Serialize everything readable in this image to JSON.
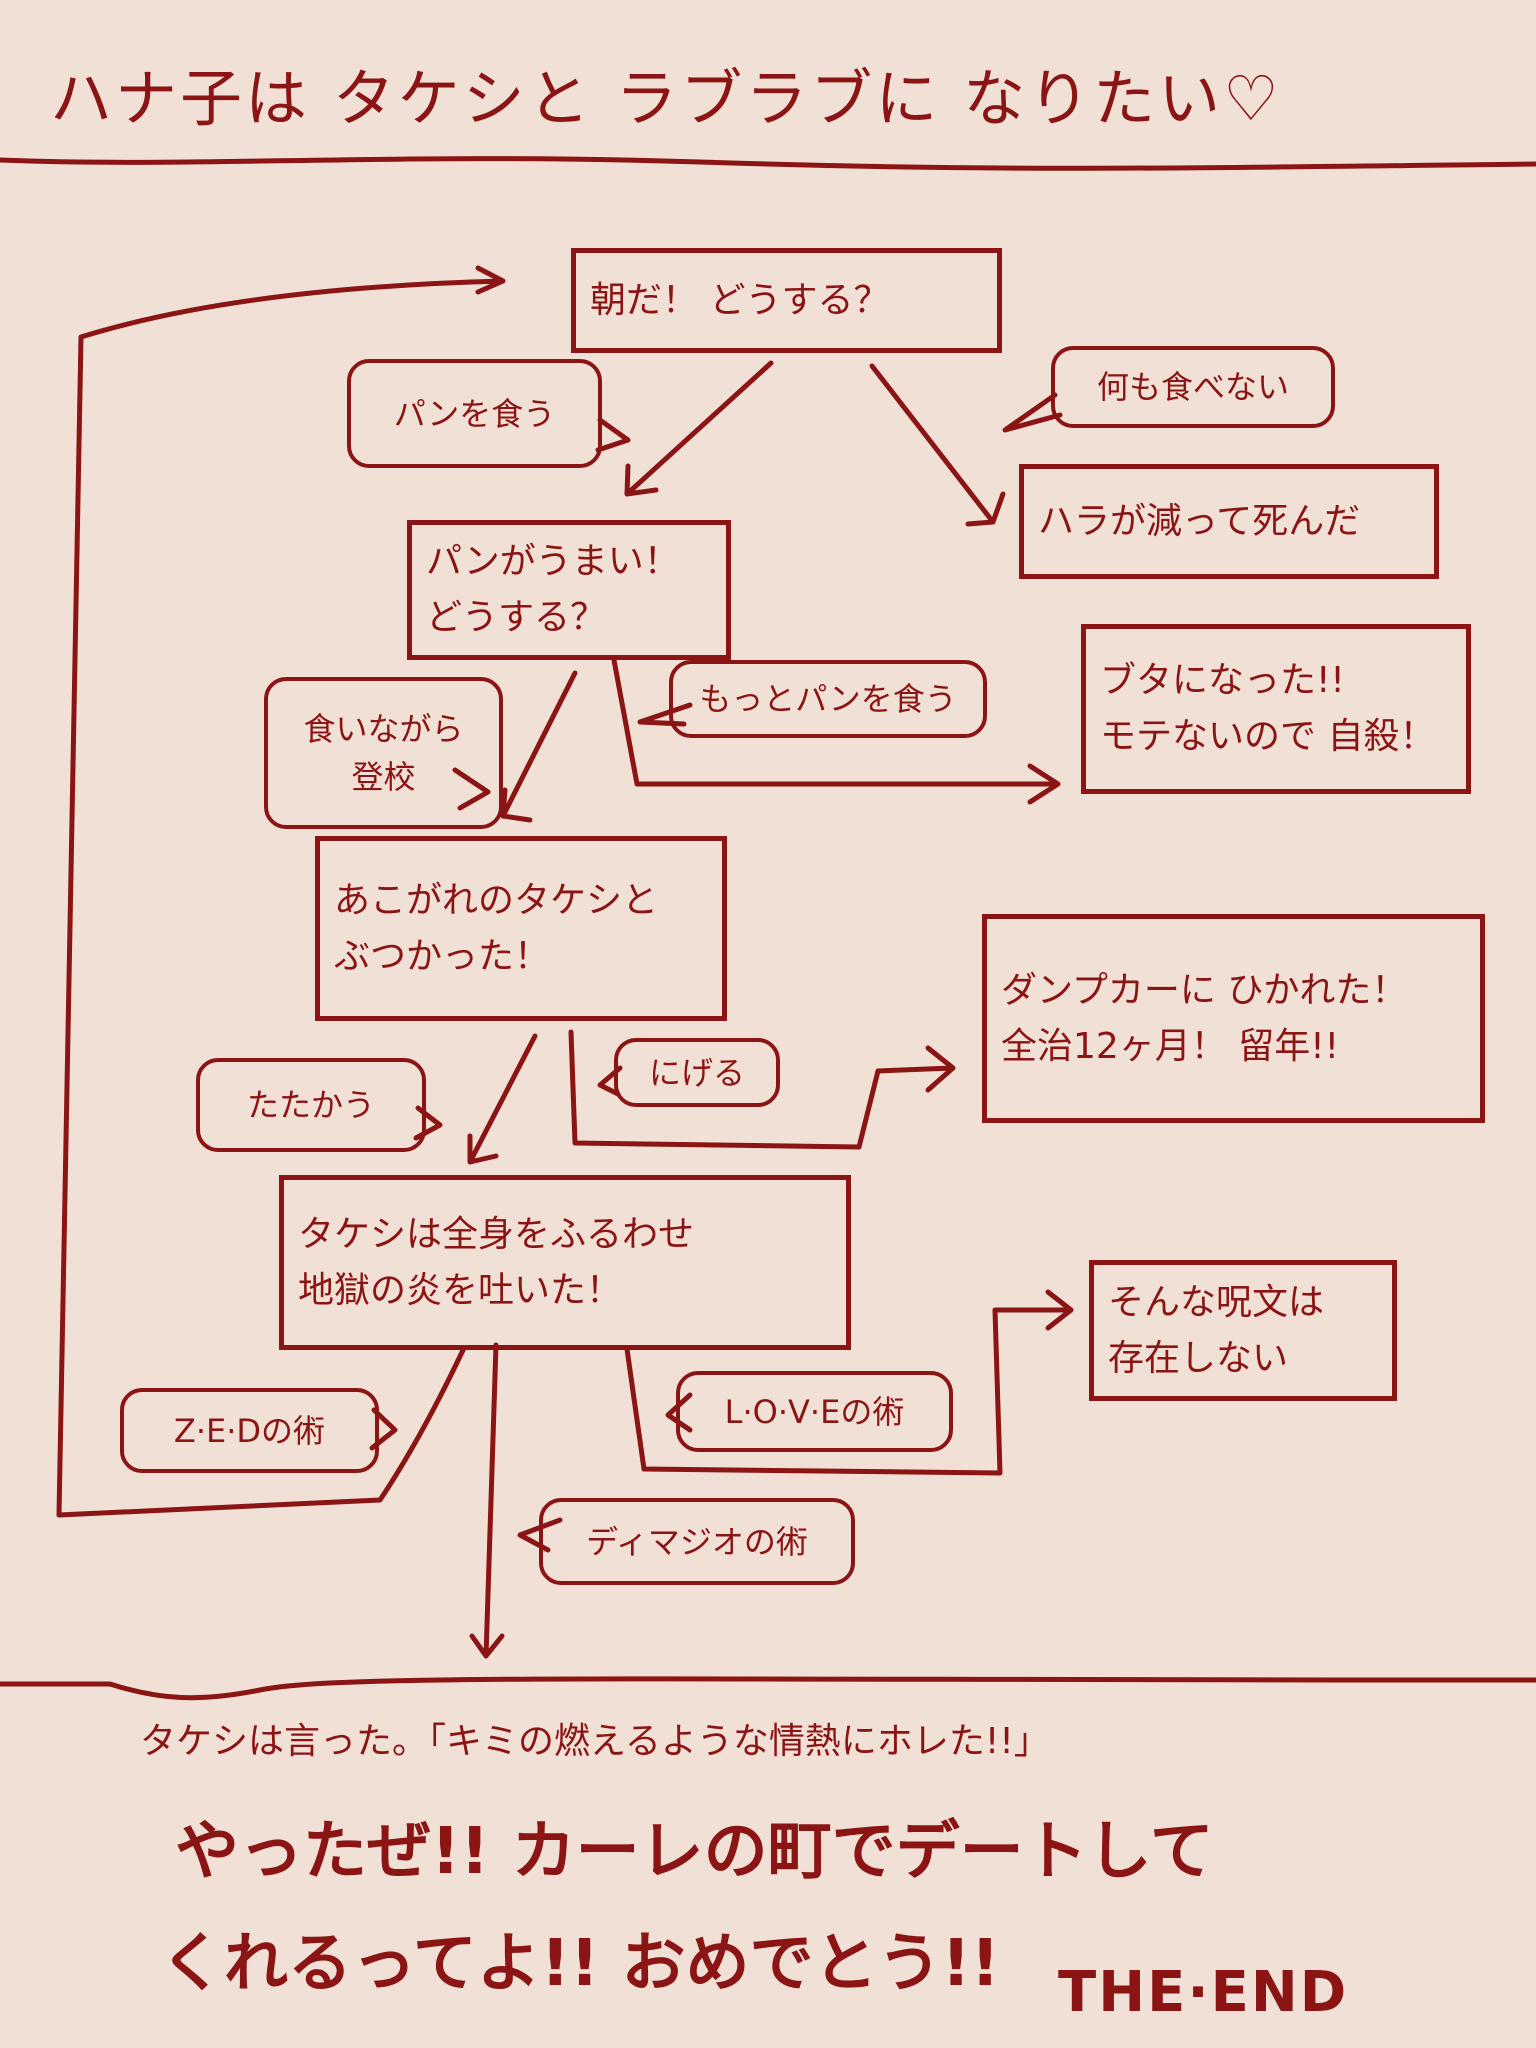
{
  "title": "ハナ子は タケシと ラブラブに なりたい♡",
  "nodes": {
    "morning": "朝だ！ どうする？",
    "starved": "ハラが減って死んだ",
    "bread_good": [
      "パンがうまい！",
      "どうする？"
    ],
    "pig": [
      "ブタになった!!",
      "モテないので 自殺！"
    ],
    "bump": [
      "あこがれのタケシと",
      "ぶつかった！"
    ],
    "truck": [
      "ダンプカーに ひかれた！",
      "全治12ヶ月！ 留年!!"
    ],
    "fire": [
      "タケシは全身をふるわせ",
      "地獄の炎を吐いた！"
    ],
    "no_spell": [
      "そんな呪文は",
      "存在しない"
    ]
  },
  "choices": {
    "eat_bread": "パンを食う",
    "eat_nothing": "何も食べない",
    "eat_more": "もっとパンを食う",
    "eat_walking": [
      "食いながら",
      "登校"
    ],
    "fight": "たたかう",
    "flee": "にげる",
    "zed": "Z·E·Dの術",
    "love": "L·O·V·Eの術",
    "dimaggio": "ディマジオの術"
  },
  "ending": {
    "quote": "タケシは言った。「キミの燃えるような情熱にホレた!!」",
    "line1": "やったぜ!! カーレの町でデートして",
    "line2": "くれるってよ!! おめでとう!!",
    "the_end": "THE·END"
  },
  "colors": {
    "background": "#f1e0d6",
    "ink": "#8b1414"
  }
}
